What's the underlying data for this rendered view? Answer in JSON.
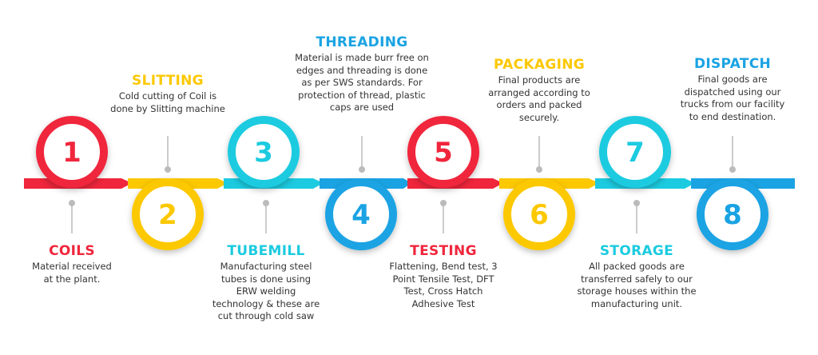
{
  "colors": {
    "red": "#f0263c",
    "yellow": "#fcc800",
    "cyan": "#1ccbe0",
    "blue": "#1aa3e3",
    "text": "#333333",
    "connector": "#bbbbbb"
  },
  "steps": [
    {
      "number": "1",
      "title": "COILS",
      "description": "Material  received at the  plant."
    },
    {
      "number": "2",
      "title": "SLITTING",
      "description": "Cold cutting of Coil is done by Slitting machine"
    },
    {
      "number": "3",
      "title": "TUBEMILL",
      "description": "Manufacturing steel tubes is done using ERW welding technology & these are cut through cold saw"
    },
    {
      "number": "4",
      "title": "THREADING",
      "description": "Material is made burr free on edges and threading is done as per SWS standards. For protection of thread, plastic caps are used"
    },
    {
      "number": "5",
      "title": "TESTING",
      "description": "Flattening, Bend test, 3 Point Tensile Test, DFT Test, Cross Hatch Adhesive Test"
    },
    {
      "number": "6",
      "title": "PACKAGING",
      "description": "Final products are arranged according to orders and packed securely."
    },
    {
      "number": "7",
      "title": "STORAGE",
      "description": "All packed goods are transferred safely to our storage houses within the manufacturing unit."
    },
    {
      "number": "8",
      "title": "DISPATCH",
      "description": "Final goods are dispatched using our trucks from our facility to end destination."
    }
  ]
}
